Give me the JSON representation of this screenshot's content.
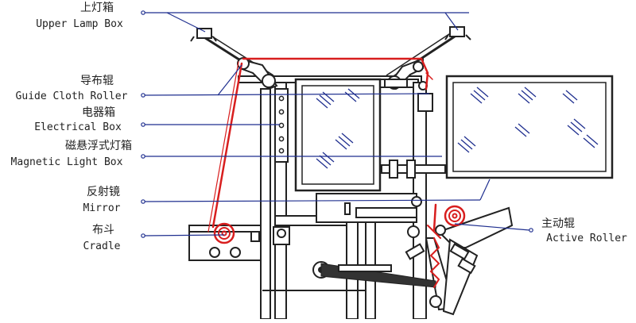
{
  "labels": {
    "upper_lamp_box": {
      "zh": "上灯箱",
      "en": "Upper Lamp Box"
    },
    "guide_cloth_roller": {
      "zh": "导布辊",
      "en": "Guide Cloth Roller"
    },
    "electrical_box": {
      "zh": "电器箱",
      "en": "Electrical Box"
    },
    "magnetic_light_box": {
      "zh": "磁悬浮式灯箱",
      "en": "Magnetic Light Box"
    },
    "mirror": {
      "zh": "反射镜",
      "en": "Mirror"
    },
    "cradle": {
      "zh": "布斗",
      "en": "Cradle"
    },
    "active_roller": {
      "zh": "主动辊",
      "en": "Active Roller"
    }
  },
  "colors": {
    "line": "#222222",
    "leader": "#1f2f8f",
    "fabric": "#d81e1e",
    "glass_hatch": "#1f2f8f",
    "background": "#ffffff"
  }
}
